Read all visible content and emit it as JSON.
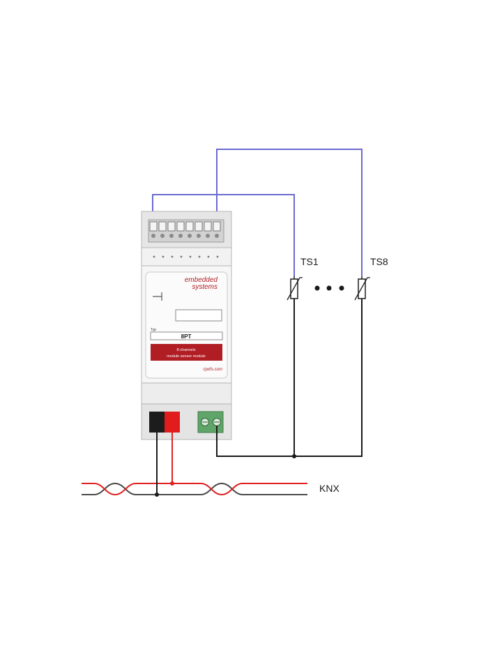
{
  "labels": {
    "sensor_first": "TS1",
    "sensor_last": "TS8",
    "bus": "KNX"
  },
  "device": {
    "brand_line1": "embedded",
    "brand_line2": "systems",
    "type_label": "Typ",
    "type_value": "8PT",
    "product_line1": "8-channels",
    "product_line2": "module sensor module",
    "website": "cjwifs.com"
  },
  "colors": {
    "blue_wire": "#6a6ad0",
    "black_wire": "#1a1a1a",
    "red_wire": "#e02020",
    "gray_wire": "#4a4a4a",
    "brand_red": "#b01e24",
    "terminal_green": "#5fa56a",
    "housing": "#f0f0f0"
  }
}
